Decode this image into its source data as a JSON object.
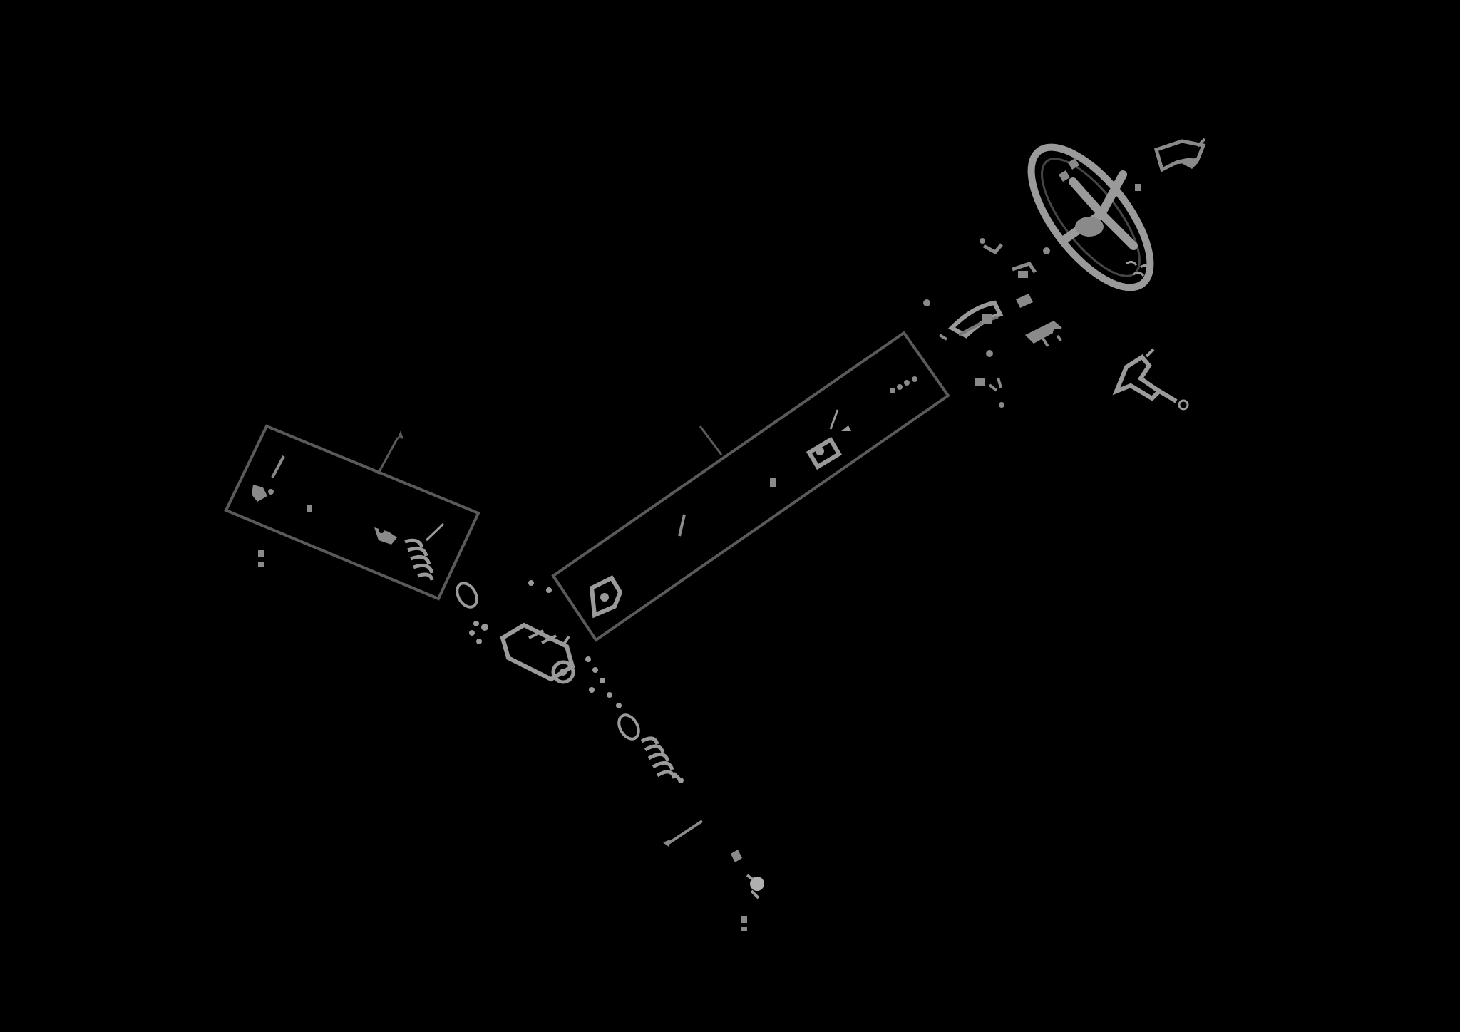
{
  "diagram": {
    "kind": "exploded-view parts diagram",
    "subject": "steering system",
    "background_color": "#000000",
    "line_color": "#5a5a5a",
    "part_fill": "#8a8a8a",
    "highlight_fill": "#c8c8c8",
    "visible_text": [],
    "parts": [
      {
        "id": "steering-wheel",
        "label": ""
      },
      {
        "id": "horn-pad",
        "label": ""
      },
      {
        "id": "combination-switch",
        "label": ""
      },
      {
        "id": "column-cover-upper",
        "label": ""
      },
      {
        "id": "ignition-lock",
        "label": ""
      },
      {
        "id": "column-bracket",
        "label": ""
      },
      {
        "id": "steering-column-kit",
        "label": ""
      },
      {
        "id": "upper-universal-joint",
        "label": ""
      },
      {
        "id": "lower-universal-joint",
        "label": ""
      },
      {
        "id": "intermediate-shaft",
        "label": ""
      },
      {
        "id": "steering-gear-housing",
        "label": ""
      },
      {
        "id": "tie-rod-kit-left",
        "label": ""
      },
      {
        "id": "boot-left",
        "label": ""
      },
      {
        "id": "boot-right",
        "label": ""
      },
      {
        "id": "tie-rod-right",
        "label": ""
      },
      {
        "id": "tie-rod-end-right",
        "label": ""
      },
      {
        "id": "tie-rod-end-left",
        "label": ""
      }
    ]
  }
}
